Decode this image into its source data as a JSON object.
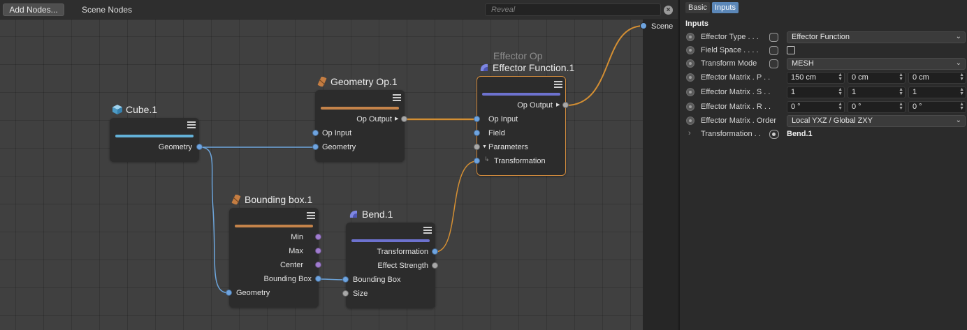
{
  "toolbar": {
    "add_nodes_label": "Add Nodes...",
    "scene_nodes_label": "Scene Nodes",
    "reveal_placeholder": "Reveal",
    "clear_icon": "close-circle-icon"
  },
  "scene": {
    "label": "Scene"
  },
  "colors": {
    "geometry_port": "#6ea4e0",
    "inactive_port": "#a8a8a8",
    "vector_port": "#a07ccf",
    "wire_blue": "#6da6dd",
    "wire_orange": "#d48f33",
    "bar_cyan": "#63b1d8",
    "bar_orange": "#c4834a",
    "bar_purple": "#6d72cf",
    "selected_border": "#d48d3e"
  },
  "nodes": {
    "cube": {
      "title": "Cube.1",
      "icon": "cube-icon",
      "ports": {
        "geometry_out": "Geometry"
      }
    },
    "geometry_op": {
      "title": "Geometry Op.1",
      "icon": "geometry-op-icon",
      "ports": {
        "op_output": "Op Output",
        "op_input": "Op Input",
        "geometry": "Geometry"
      }
    },
    "effector": {
      "subtitle": "Effector Op",
      "title": "Effector Function.1",
      "icon": "effector-icon",
      "ports": {
        "op_output": "Op Output",
        "op_input": "Op Input",
        "field": "Field",
        "parameters": "Parameters",
        "transformation": "Transformation"
      }
    },
    "bounding_box": {
      "title": "Bounding box.1",
      "icon": "geometry-op-icon",
      "ports": {
        "min": "Min",
        "max": "Max",
        "center": "Center",
        "bounding_box": "Bounding Box",
        "geometry": "Geometry"
      }
    },
    "bend": {
      "title": "Bend.1",
      "icon": "bend-icon",
      "ports": {
        "transformation": "Transformation",
        "effect_strength": "Effect Strength",
        "bounding_box": "Bounding Box",
        "size": "Size"
      }
    }
  },
  "attributes": {
    "tabs": [
      "Basic",
      "Inputs"
    ],
    "active_tab": "Inputs",
    "heading": "Inputs",
    "effector_type": {
      "label": "Effector Type . . .",
      "value": "Effector Function"
    },
    "field_space": {
      "label": "Field Space  . . . .",
      "checked": false
    },
    "transform_mode": {
      "label": "Transform Mode",
      "value": "MESH"
    },
    "matrix_p": {
      "label": "Effector Matrix . P  . .",
      "values": [
        "150 cm",
        "0 cm",
        "0 cm"
      ]
    },
    "matrix_s": {
      "label": "Effector Matrix . S  . .",
      "values": [
        "1",
        "1",
        "1"
      ]
    },
    "matrix_r": {
      "label": "Effector Matrix . R  . .",
      "values": [
        "0 °",
        "0 °",
        "0 °"
      ]
    },
    "matrix_order": {
      "label": "Effector Matrix . Order",
      "value": "Local YXZ / Global ZXY"
    },
    "transformation": {
      "label": "Transformation . .",
      "value": "Bend.1"
    }
  }
}
